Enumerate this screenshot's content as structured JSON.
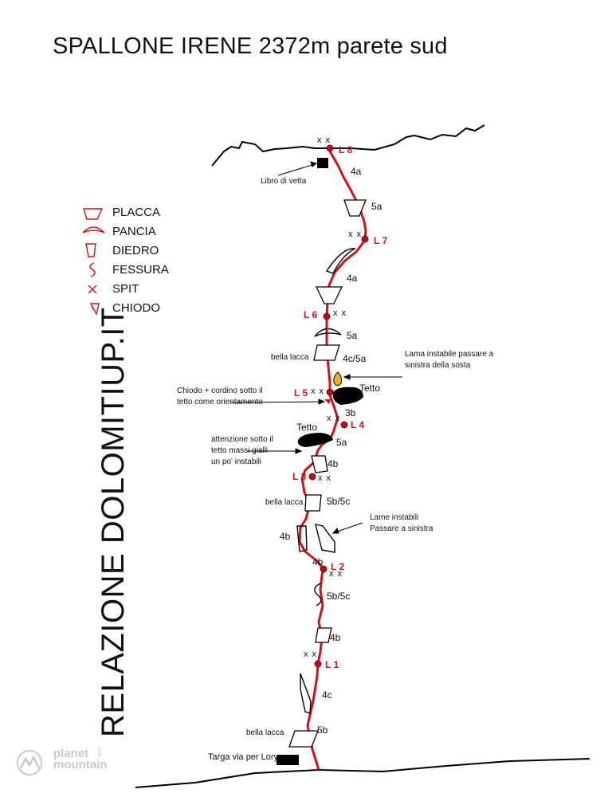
{
  "title": "SPALLONE IRENE 2372m parete sud",
  "side_title": "RELAZIONE DOLOMITIUP.IT",
  "legend": [
    {
      "icon": "placca-icon",
      "label": "PLACCA"
    },
    {
      "icon": "pancia-icon",
      "label": "PANCIA"
    },
    {
      "icon": "diedro-icon",
      "label": "DIEDRO"
    },
    {
      "icon": "fessura-icon",
      "label": "FESSURA"
    },
    {
      "icon": "spit-icon",
      "label": "SPIT"
    },
    {
      "icon": "chiodo-icon",
      "label": "CHIODO"
    }
  ],
  "belays": [
    "L 8",
    "L 7",
    "L 6",
    "L 5",
    "L 4",
    "L 3",
    "L 2",
    "L 1"
  ],
  "grades": [
    "4a",
    "5a",
    "4a",
    "5a",
    "4c/5a",
    "3b",
    "5a",
    "4b",
    "5b/5c",
    "4b",
    "4b",
    "5b/5c",
    "4b",
    "4c",
    "5b"
  ],
  "spit_mark": "x x",
  "notes": {
    "libro": "Libro di vetta",
    "lama": "Lama instabile passare a sinistra della sosta",
    "chiodo": "Chiodo + cordino sotto il tetto come orientamento",
    "attenzione": "attenzione sotto il tetto massi gialli un po' instabili",
    "lame": "Lame instabili Passare a sinistra",
    "targa": "Targa via per Lory",
    "bella_lacca": "bella lacca",
    "tetto": "Tetto"
  },
  "logo": {
    "line1": "planet",
    "line2": "mountain",
    "suffix": "com"
  },
  "colors": {
    "route": "#d0111d",
    "roof": "#000000",
    "lama": "#f2b21b"
  }
}
